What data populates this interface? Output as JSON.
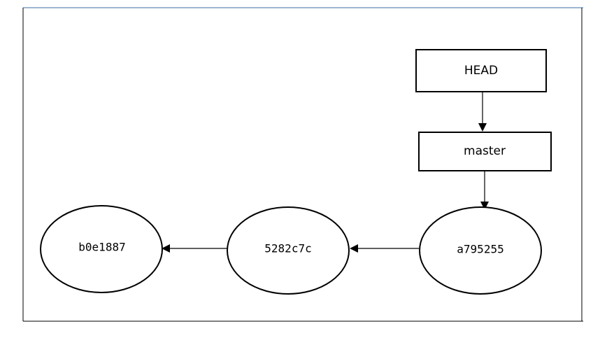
{
  "refs": {
    "head": "HEAD",
    "branch": "master"
  },
  "commits": [
    "a795255",
    "5282c7c",
    "b0e1887"
  ]
}
